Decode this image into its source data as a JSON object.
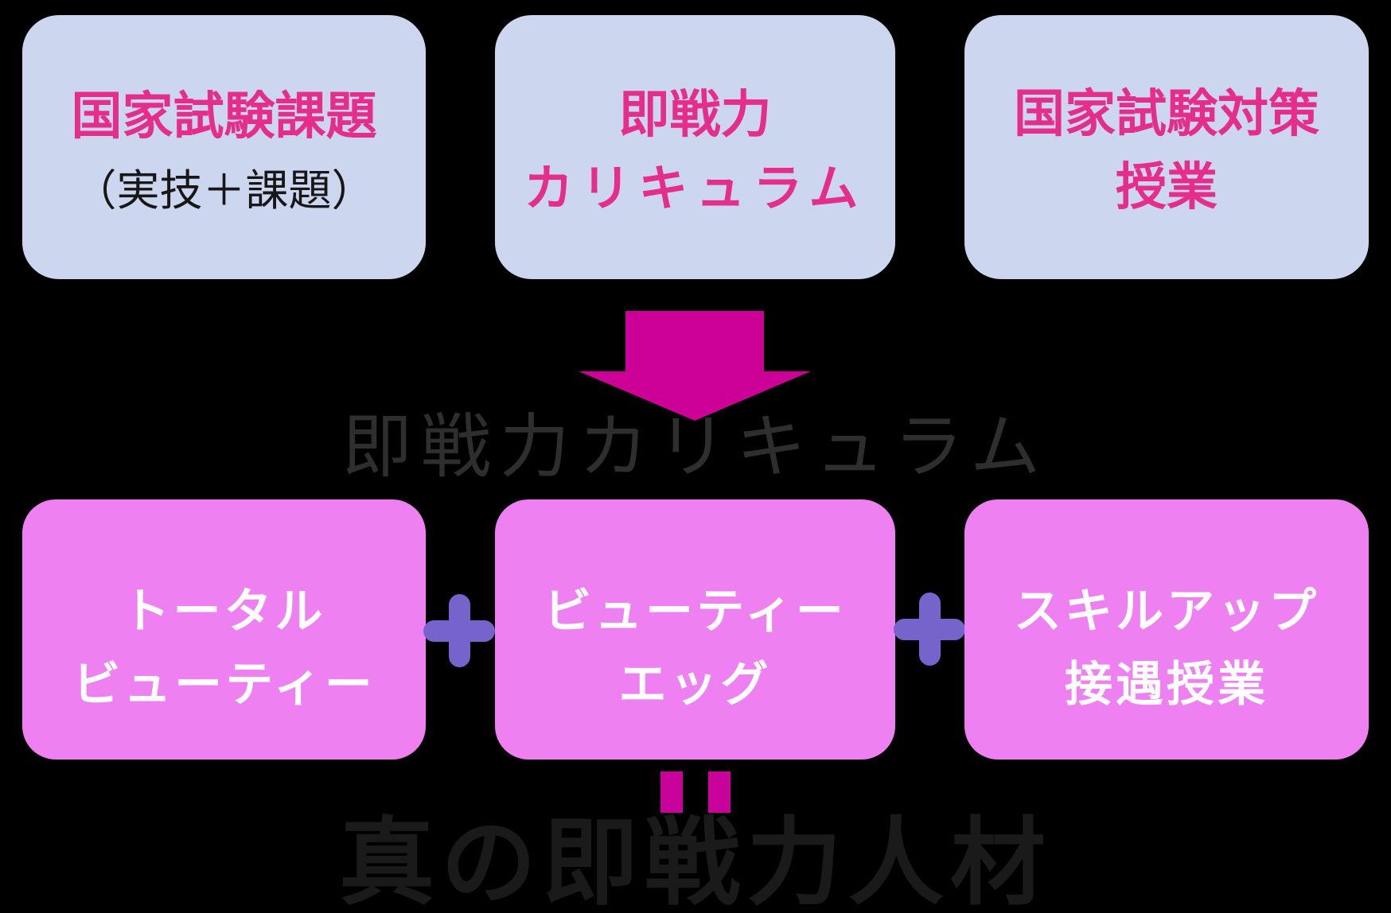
{
  "diagram": {
    "top_boxes": [
      {
        "line1": "国家試験課題",
        "line2": "（実技＋課題）"
      },
      {
        "line1": "即戦力",
        "line2": "カリキュラム"
      },
      {
        "line1": "国家試験対策",
        "line2": "授業"
      }
    ],
    "flow_label": "即戦力カリキュラム",
    "bottom_boxes": [
      {
        "line1": "トータル",
        "line2": "ビューティー"
      },
      {
        "line1": "ビューティー",
        "line2": "エッグ"
      },
      {
        "line1": "スキルアップ",
        "line2": "接遇授業"
      }
    ],
    "result": "真の即戦力人材"
  },
  "icons": {
    "arrow": "down-arrow",
    "plus": "plus",
    "equals": "equals"
  },
  "colors": {
    "background": "#000000",
    "top_box_bg": "#ccd7ef",
    "top_box_text_pink": "#e52d8c",
    "top_box_text_dark": "#171717",
    "bottom_box_bg": "#ee80f2",
    "bottom_box_text": "#ffffff",
    "arrow": "#cc0096",
    "plus": "#7663cc",
    "equals": "#c7019a",
    "flow_label_text": "#2e2e2e",
    "result_text": "#1a1a1a"
  }
}
